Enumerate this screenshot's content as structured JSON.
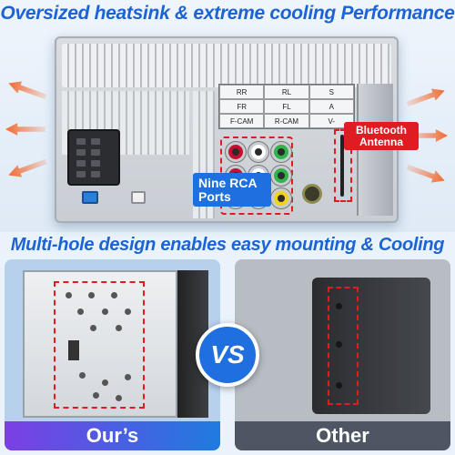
{
  "headlines": {
    "top": "Oversized heatsink & extreme cooling Performance",
    "middle": "Multi-hole design enables easy mounting & Cooling"
  },
  "callouts": {
    "rca": "Nine RCA Ports",
    "bluetooth": "Bluetooth Antenna"
  },
  "label_table": [
    "RR",
    "RL",
    "S",
    "FR",
    "FL",
    "A",
    "F-CAM",
    "R-CAM",
    "V-"
  ],
  "rca_ports": [
    {
      "color": "#c8102e"
    },
    {
      "color": "#ffffff"
    },
    {
      "color": "#2fb34a"
    },
    {
      "color": "#c8102e"
    },
    {
      "color": "#ffffff"
    },
    {
      "color": "#2fb34a"
    },
    {
      "color": "#f2d31b"
    },
    {
      "color": "#f2d31b"
    },
    {
      "color": "#f2d31b"
    }
  ],
  "comparison": {
    "ours_label": "Our’s",
    "other_label": "Other",
    "vs_label": "VS"
  },
  "colors": {
    "headline_blue": "#1b63d6",
    "highlight_red": "#e11b22",
    "heat_arrow": "#f26b32"
  }
}
